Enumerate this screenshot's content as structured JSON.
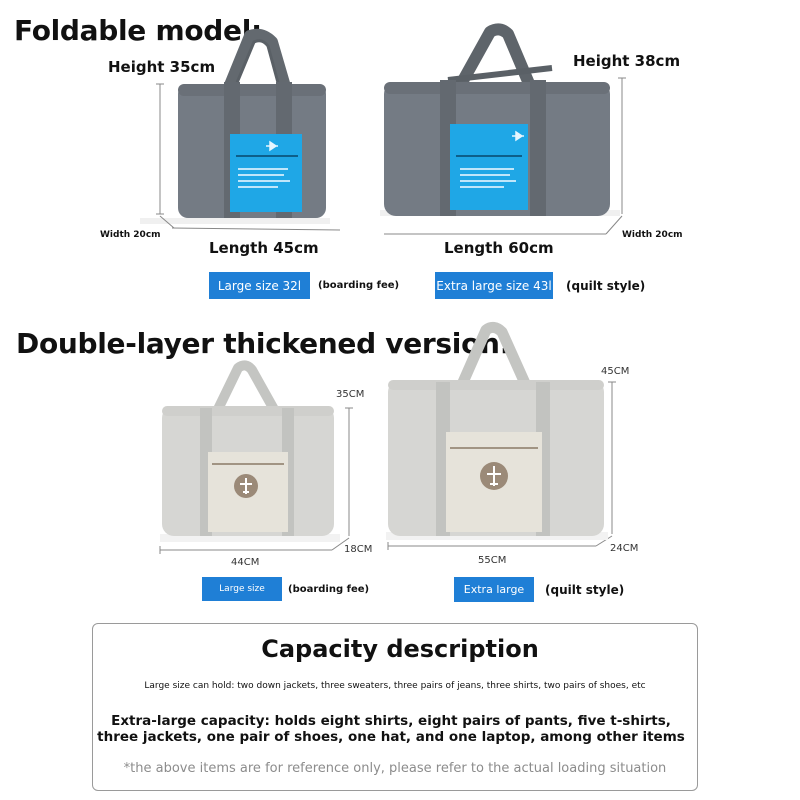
{
  "foldable": {
    "title": "Foldable model:",
    "large": {
      "height": "Height 35cm",
      "width": "Width 20cm",
      "length": "Length 45cm",
      "tag": "Large size 32l",
      "note": "(boarding fee)"
    },
    "xlarge": {
      "height": "Height 38cm",
      "width": "Width 20cm",
      "length": "Length 60cm",
      "tag": "Extra large size 43l",
      "note": "(quilt style)"
    },
    "colors": {
      "body": "#747b84",
      "pocket": "#1fa7e6"
    }
  },
  "double_layer": {
    "title": "Double-layer thickened version:",
    "large": {
      "height": "35CM",
      "length": "44CM",
      "width": "18CM",
      "tag": "Large size",
      "note": "(boarding fee)"
    },
    "xlarge": {
      "height": "45CM",
      "length": "55CM",
      "width": "24CM",
      "tag": "Extra large",
      "note": "(quilt style)"
    },
    "colors": {
      "body": "#d6d6d3",
      "pocket": "#e6e3da"
    }
  },
  "capacity": {
    "title": "Capacity description",
    "large_text": "Large size can hold: two down jackets, three sweaters, three pairs of jeans, three shirts, two pairs of shoes, etc",
    "xlarge_text": "Extra-large capacity: holds eight shirts, eight pairs of pants, five t-shirts, three jackets, one pair of shoes, one hat, and one laptop, among other items",
    "note": "*the above items are for reference only, please refer to the actual loading situation"
  },
  "icons": [
    "airplane-icon",
    "zipper-icon"
  ],
  "accent_tag_color": "#1f7fd6"
}
